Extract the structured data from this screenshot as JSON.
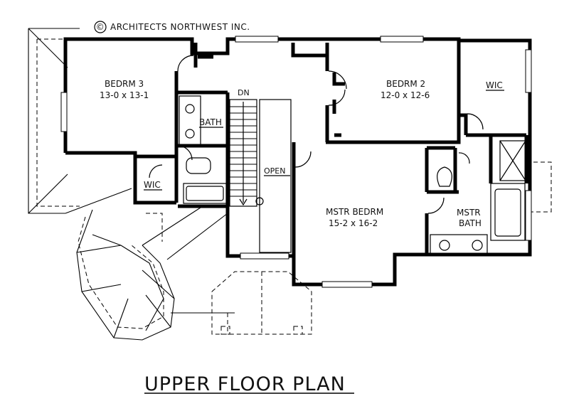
{
  "copyright": "ARCHITECTS NORTHWEST INC.",
  "copyright_symbol": "©",
  "title": "UPPER FLOOR PLAN",
  "rooms": {
    "bedroom3": {
      "name": "BEDRM 3",
      "size": "13-0 x 13-1"
    },
    "bedroom2": {
      "name": "BEDRM 2",
      "size": "12-0 x 12-6"
    },
    "bath": {
      "name": "BATH"
    },
    "wic_left": {
      "name": "WIC"
    },
    "wic_right": {
      "name": "WIC"
    },
    "open": {
      "name": "OPEN"
    },
    "stair_dn": {
      "name": "DN"
    },
    "master_bedroom": {
      "name": "MSTR BEDRM",
      "size": "15-2 x 16-2"
    },
    "master_bath": {
      "line1": "MSTR",
      "line2": "BATH"
    }
  }
}
